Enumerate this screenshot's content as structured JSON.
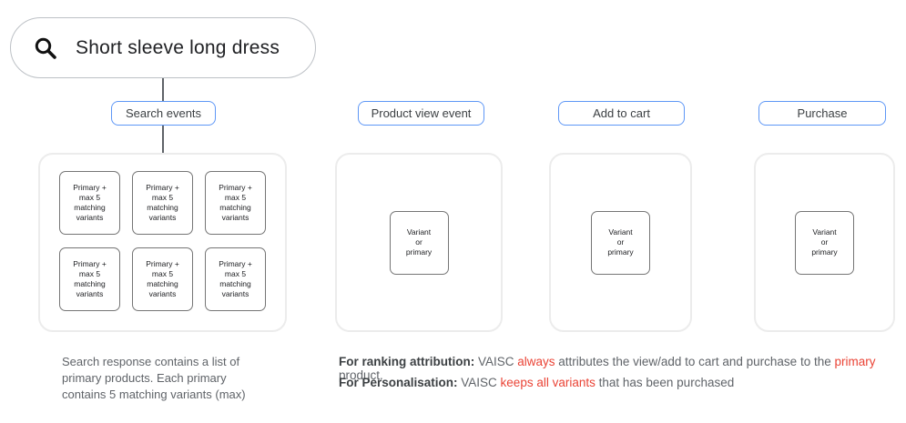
{
  "search": {
    "query": "Short sleeve long dress",
    "icon": "search-magnifier"
  },
  "columns": [
    {
      "label": "Search events",
      "items": [
        "Primary +\nmax 5\nmatching\nvariants",
        "Primary +\nmax 5\nmatching\nvariants",
        "Primary +\nmax 5\nmatching\nvariants",
        "Primary +\nmax 5\nmatching\nvariants",
        "Primary +\nmax 5\nmatching\nvariants",
        "Primary +\nmax 5\nmatching\nvariants"
      ]
    },
    {
      "label": "Product view event",
      "items": [
        "Variant\nor\nprimary"
      ]
    },
    {
      "label": "Add to cart",
      "items": [
        "Variant\nor\nprimary"
      ]
    },
    {
      "label": "Purchase",
      "items": [
        "Variant\nor\nprimary"
      ]
    }
  ],
  "notes": {
    "search_note": "Search response contains a list of\nprimary products. Each primary\ncontains 5 matching variants (max)",
    "ranking": {
      "label": "For ranking attribution:",
      "s1": " VAISC ",
      "red1": "always",
      "s2": " attributes the view/add to cart and purchase to the ",
      "red2": "primary",
      "s3": " product."
    },
    "personalisation": {
      "label": "For Personalisation:",
      "s1": " VAISC ",
      "red1": "keeps all variants",
      "s2": " that has been purchased"
    }
  },
  "colors": {
    "accent_blue": "#5e97f6",
    "highlight_red": "#ea4335",
    "text_gray": "#5f6368",
    "text_dark": "#3c4043"
  }
}
